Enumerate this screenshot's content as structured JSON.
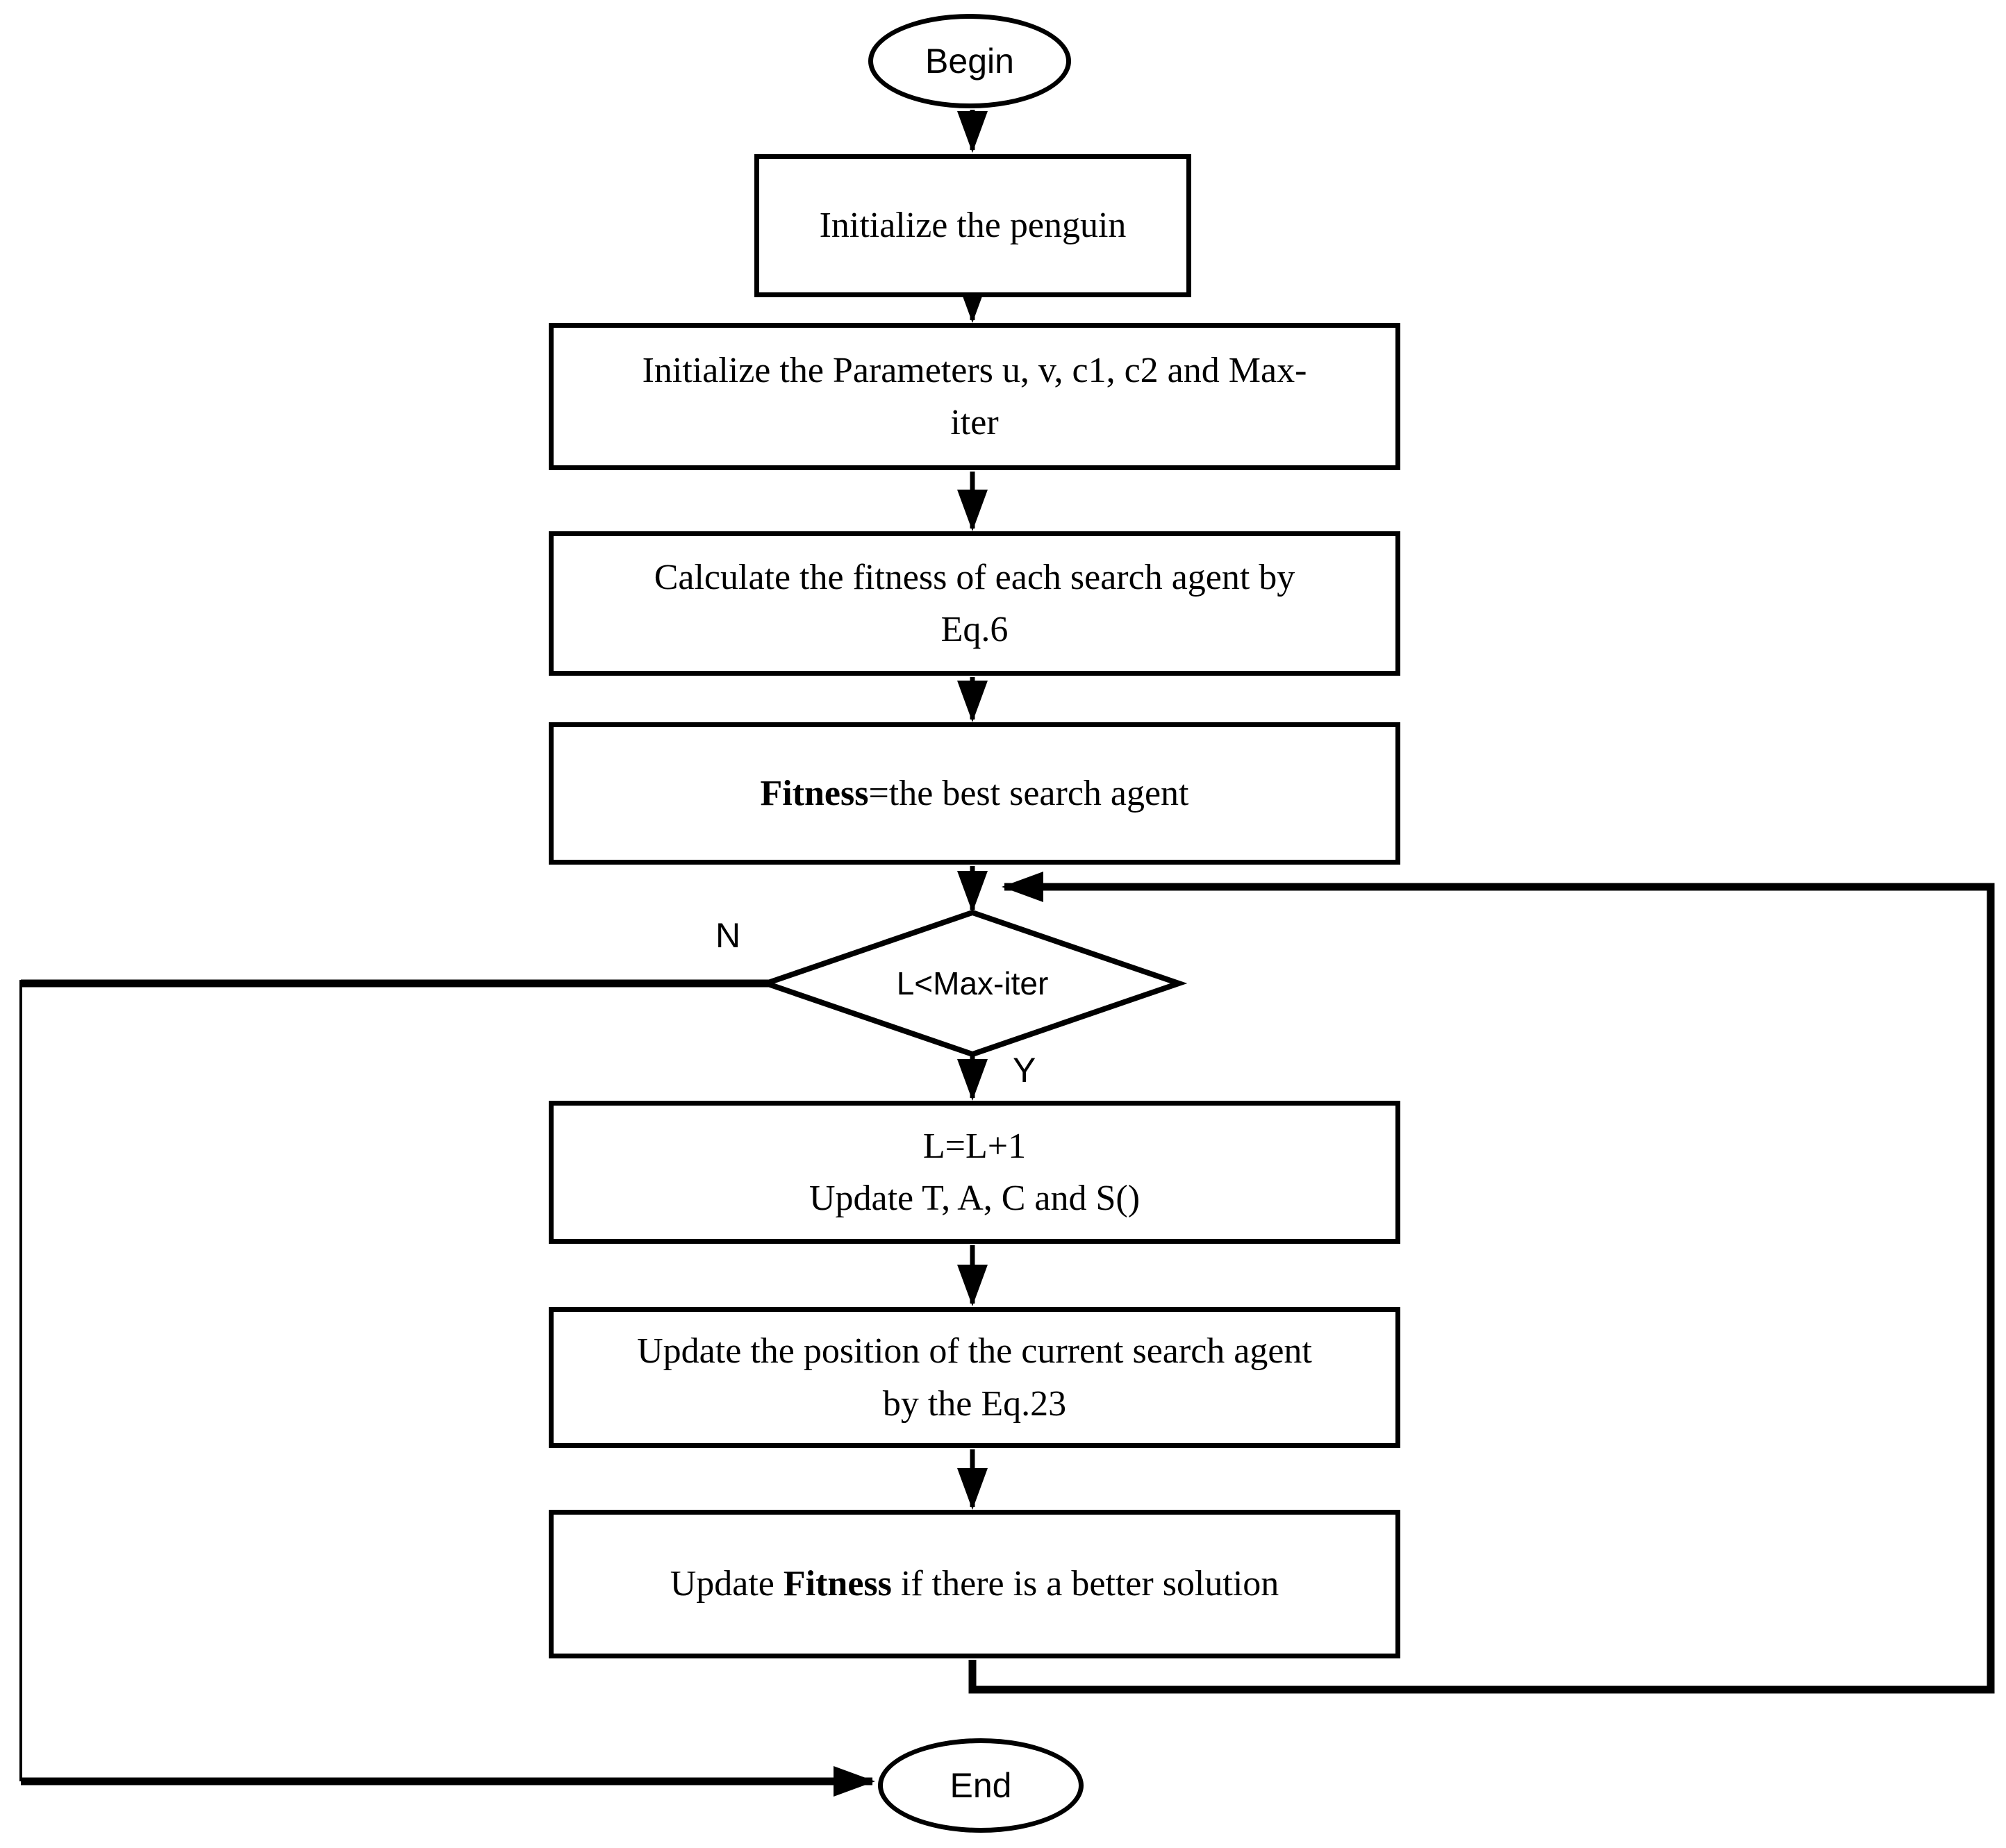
{
  "colors": {
    "line": "#000000",
    "background": "#ffffff",
    "node_fill": "#ffffff"
  },
  "flowchart": {
    "begin": {
      "label": "Begin"
    },
    "boxes": {
      "init_penguin": {
        "lines": [
          "Initialize the penguin"
        ]
      },
      "init_params": {
        "lines": [
          "Initialize the Parameters u, v, c1, c2 and Max-",
          "iter"
        ]
      },
      "calc_fitness": {
        "lines": [
          "Calculate the fitness of each search agent by",
          "Eq.6"
        ]
      },
      "best_fitness": {
        "bold": "Fitness",
        "rest": "=the best search agent"
      },
      "update_l": {
        "lines": [
          "L=L+1",
          "Update T, A, C and S()"
        ]
      },
      "update_position": {
        "lines": [
          "Update the position of the current search agent",
          "by the Eq.23"
        ]
      },
      "update_fitness": {
        "pre": "Update ",
        "bold": "Fitness",
        "post": " if there is a better solution"
      }
    },
    "decision": {
      "label": "L<Max-iter",
      "no_label": "N",
      "yes_label": "Y"
    },
    "end": {
      "label": "End"
    }
  }
}
